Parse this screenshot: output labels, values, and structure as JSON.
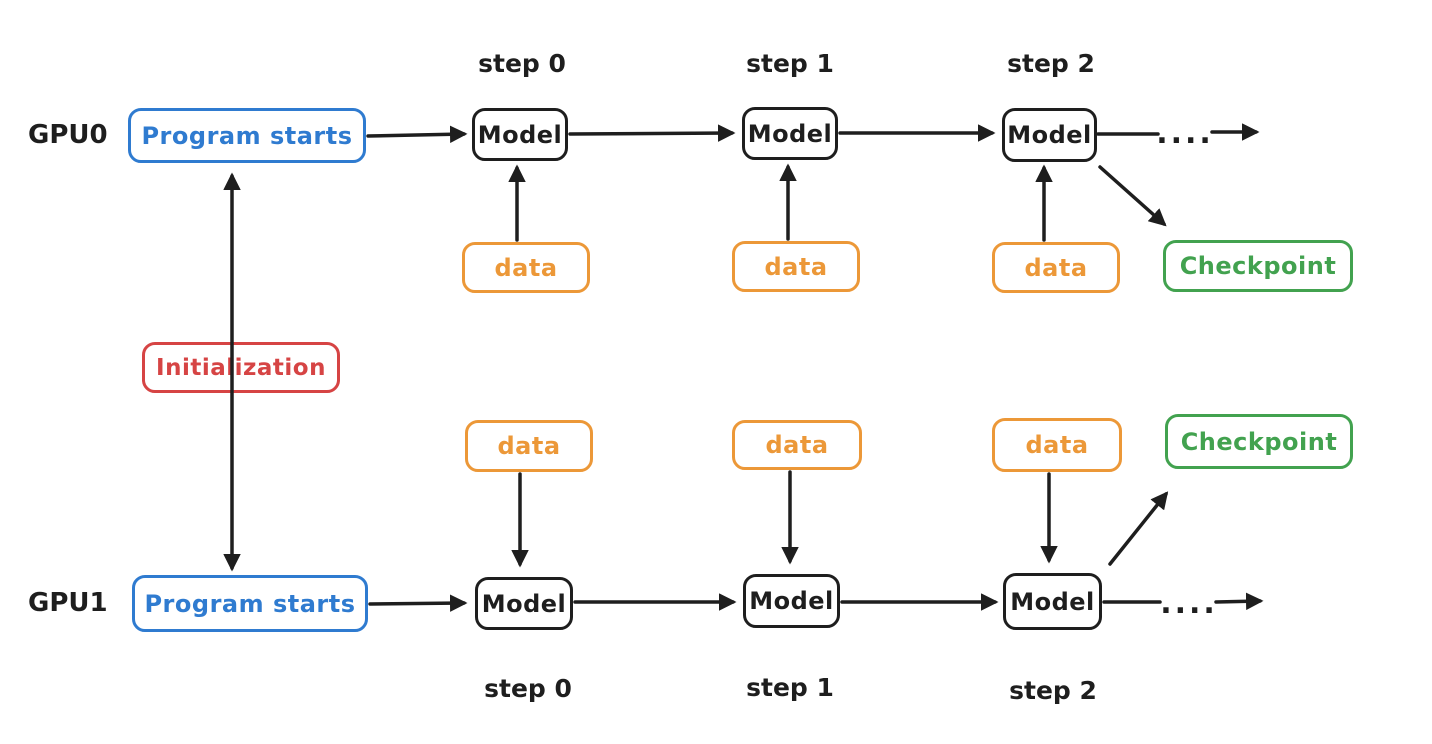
{
  "colors": {
    "background": "#ffffff",
    "stroke_black": "#1e1e1e",
    "blue": "#2f7bd0",
    "orange": "#ec9838",
    "green": "#42a24f",
    "red": "#d64444"
  },
  "labels": {
    "gpu0": "GPU0",
    "gpu1": "GPU1",
    "program_starts": "Program starts",
    "initialization": "Initialization",
    "model": "Model",
    "data": "data",
    "checkpoint": "Checkpoint",
    "dots": "....",
    "steps_top": [
      "step 0",
      "step 1",
      "step 2"
    ],
    "steps_bottom": [
      "step 0",
      "step 1",
      "step 2"
    ]
  },
  "structure": {
    "type": "flow-diagram",
    "description": "Two-GPU data-parallel training timeline",
    "rows": [
      {
        "gpu": "GPU0",
        "sequence": [
          "Program starts",
          "Model (step 0)",
          "Model (step 1)",
          "Model (step 2)",
          "continues ...."
        ],
        "data_feed_direction": "data boxes below feed arrows up into each Model",
        "checkpoint": "diagonal arrow from Model (step 2) down-right to Checkpoint"
      },
      {
        "gpu": "GPU1",
        "sequence": [
          "Program starts",
          "Model (step 0)",
          "Model (step 1)",
          "Model (step 2)",
          "continues ...."
        ],
        "data_feed_direction": "data boxes above feed arrows down into each Model",
        "checkpoint": "diagonal arrow from Model (step 2) up-right to Checkpoint"
      }
    ],
    "initialization_link": "double-headed vertical arrow connects both Program starts boxes, passing through the red Initialization box"
  }
}
